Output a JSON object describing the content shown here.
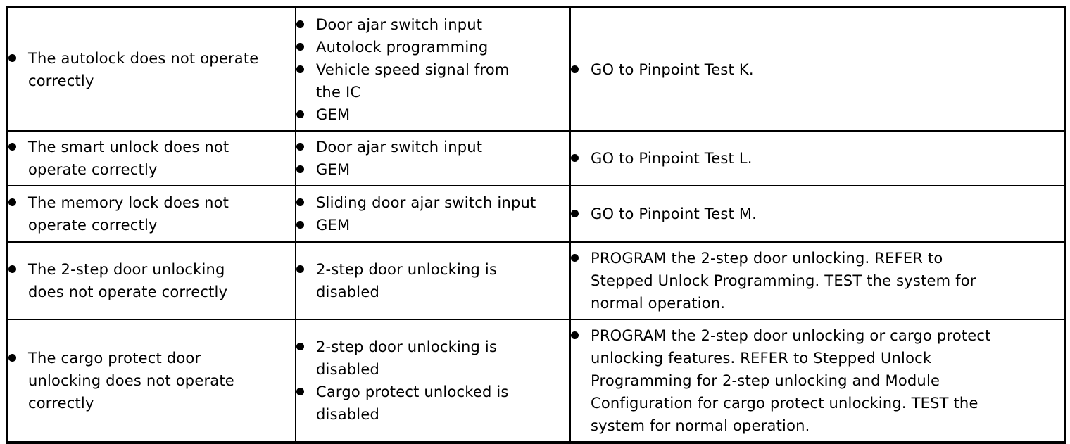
{
  "page": {
    "background_color": "#ffffff",
    "border_color": "#000000",
    "text_color": "#000000"
  },
  "table": {
    "description": "diagnostic symptom chart",
    "rows": [
      {
        "symptoms": [
          "The autolock does not operate\ncorrectly"
        ],
        "sources": [
          "Door ajar switch input",
          "Autolock programming",
          "Vehicle speed signal from\nthe IC",
          "GEM"
        ],
        "actions": [
          "GO to Pinpoint Test K."
        ]
      },
      {
        "symptoms": [
          "The smart unlock does not\noperate correctly"
        ],
        "sources": [
          "Door ajar switch input",
          "GEM"
        ],
        "actions": [
          "GO to Pinpoint Test L."
        ]
      },
      {
        "symptoms": [
          "The memory lock does not\noperate correctly"
        ],
        "sources": [
          "Sliding door ajar switch input",
          "GEM"
        ],
        "actions": [
          "GO to Pinpoint Test M."
        ]
      },
      {
        "symptoms": [
          "The 2-step door unlocking\ndoes not operate correctly"
        ],
        "sources": [
          "2-step door unlocking is\ndisabled"
        ],
        "actions": [
          "PROGRAM the 2-step door unlocking. REFER to\nStepped Unlock Programming. TEST the system for\nnormal operation."
        ]
      },
      {
        "symptoms": [
          "The cargo protect door\nunlocking does not operate\ncorrectly"
        ],
        "sources": [
          "2-step door unlocking is\ndisabled",
          "Cargo protect unlocked is\ndisabled"
        ],
        "actions": [
          "PROGRAM the 2-step door unlocking or cargo protect\nunlocking features. REFER to Stepped Unlock\nProgramming for 2-step unlocking and Module\nConfiguration for cargo protect unlocking. TEST the\nsystem for normal operation."
        ]
      }
    ]
  }
}
